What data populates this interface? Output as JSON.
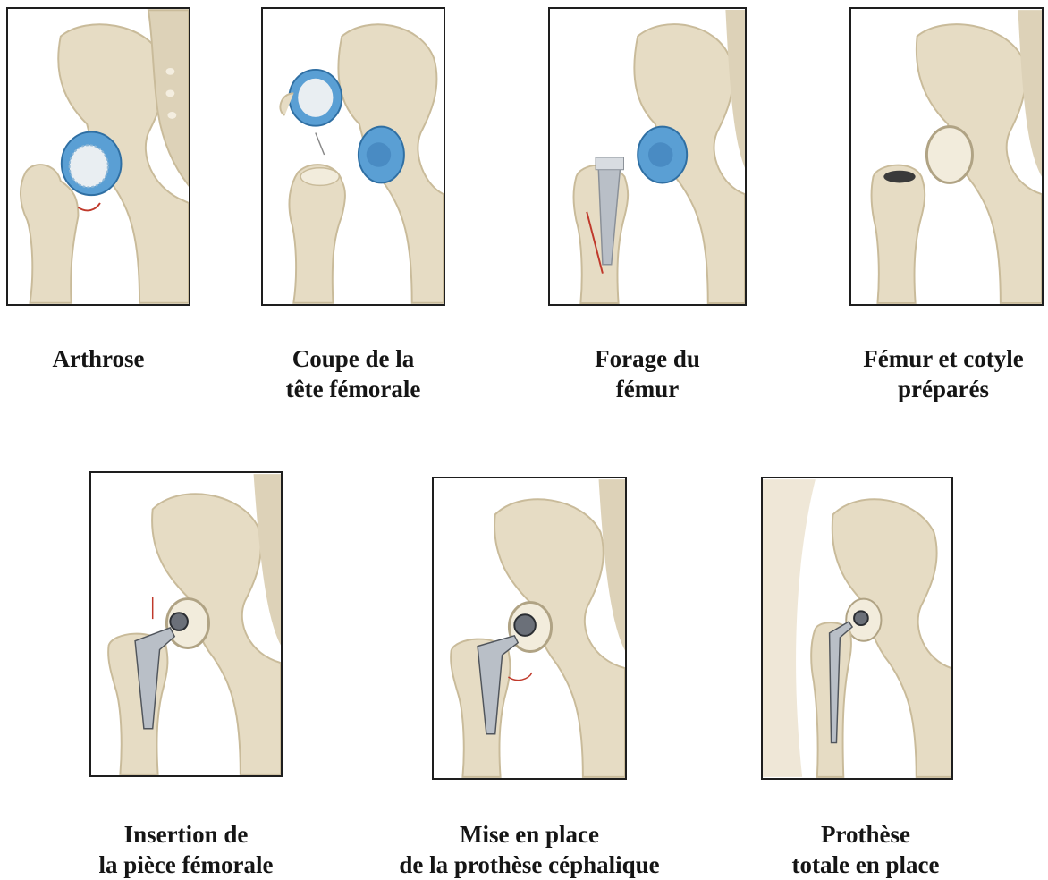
{
  "steps": [
    {
      "id": "arthrose",
      "caption": [
        "Arthrose"
      ]
    },
    {
      "id": "coupe",
      "caption": [
        "Coupe de la",
        "tête fémorale"
      ]
    },
    {
      "id": "forage",
      "caption": [
        "Forage du",
        "fémur"
      ]
    },
    {
      "id": "prepares",
      "caption": [
        "Fémur et cotyle",
        "préparés"
      ]
    },
    {
      "id": "insertion",
      "caption": [
        "Insertion de",
        "la pièce fémorale"
      ]
    },
    {
      "id": "cephalique",
      "caption": [
        "Mise en place",
        "de la prothèse céphalique"
      ]
    },
    {
      "id": "totale",
      "caption": [
        "Prothèse",
        "totale en place"
      ]
    }
  ],
  "colors": {
    "bone": "#e6dcc4",
    "bone_shadow": "#c9bb9a",
    "cartilage_blue": "#5a9fd4",
    "metal": "#b9bfc7",
    "arrow_red": "#c0392b",
    "border": "#1e1e1e"
  }
}
